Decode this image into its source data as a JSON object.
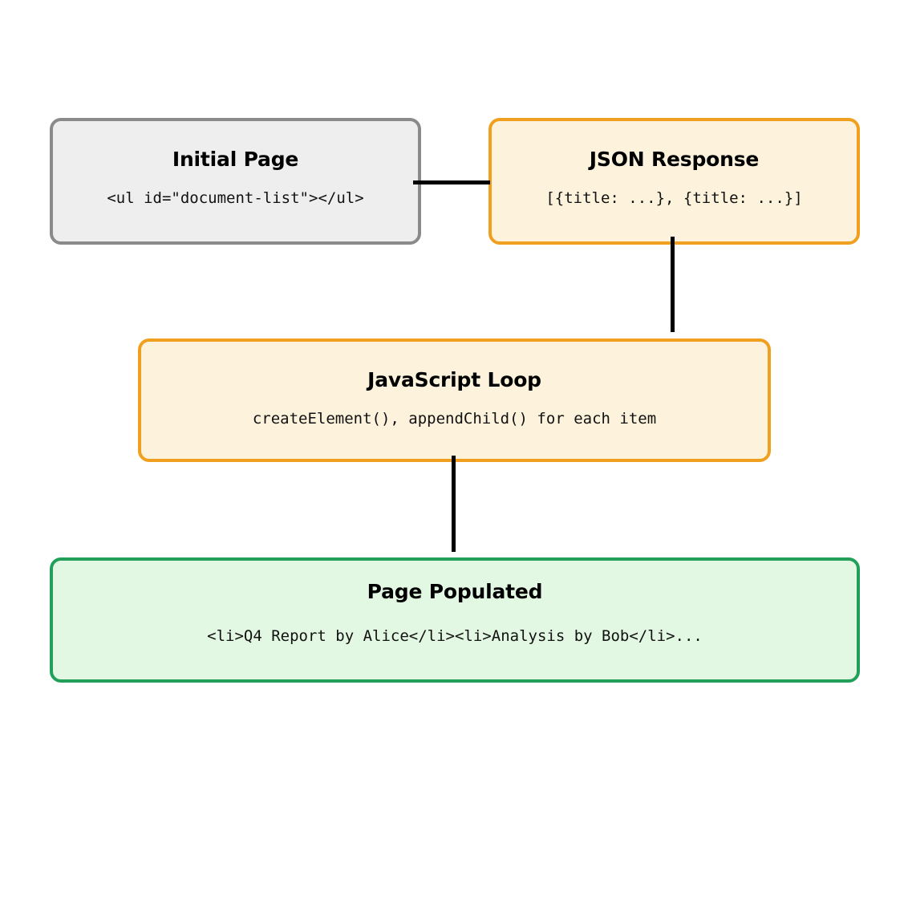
{
  "diagram": {
    "type": "flowchart",
    "direction": "top-down",
    "background": "#ffffff",
    "nodes": [
      {
        "id": "initial-page",
        "title": "Initial Page",
        "subtitle": "<ul id=\"document-list\"></ul>",
        "border_color": "#8a8a8a",
        "fill_color": "#eeeeee"
      },
      {
        "id": "json-response",
        "title": "JSON Response",
        "subtitle": "[{title: ...}, {title: ...}]",
        "border_color": "#f0a01e",
        "fill_color": "#fdf3dd"
      },
      {
        "id": "javascript-loop",
        "title": "JavaScript Loop",
        "subtitle": "createElement(), appendChild() for each item",
        "border_color": "#f0a01e",
        "fill_color": "#fdf3dd"
      },
      {
        "id": "page-populated",
        "title": "Page Populated",
        "subtitle": "<li>Q4 Report by Alice</li><li>Analysis by Bob</li>...",
        "border_color": "#22a05a",
        "fill_color": "#e2f8e2"
      }
    ],
    "edges": [
      {
        "id": "initial-to-json",
        "from": "initial-page",
        "to": "json-response",
        "orientation": "horizontal",
        "color": "#000000"
      },
      {
        "id": "json-to-loop",
        "from": "json-response",
        "to": "javascript-loop",
        "orientation": "vertical",
        "color": "#000000"
      },
      {
        "id": "loop-to-populated",
        "from": "javascript-loop",
        "to": "page-populated",
        "orientation": "vertical",
        "color": "#000000"
      }
    ]
  }
}
